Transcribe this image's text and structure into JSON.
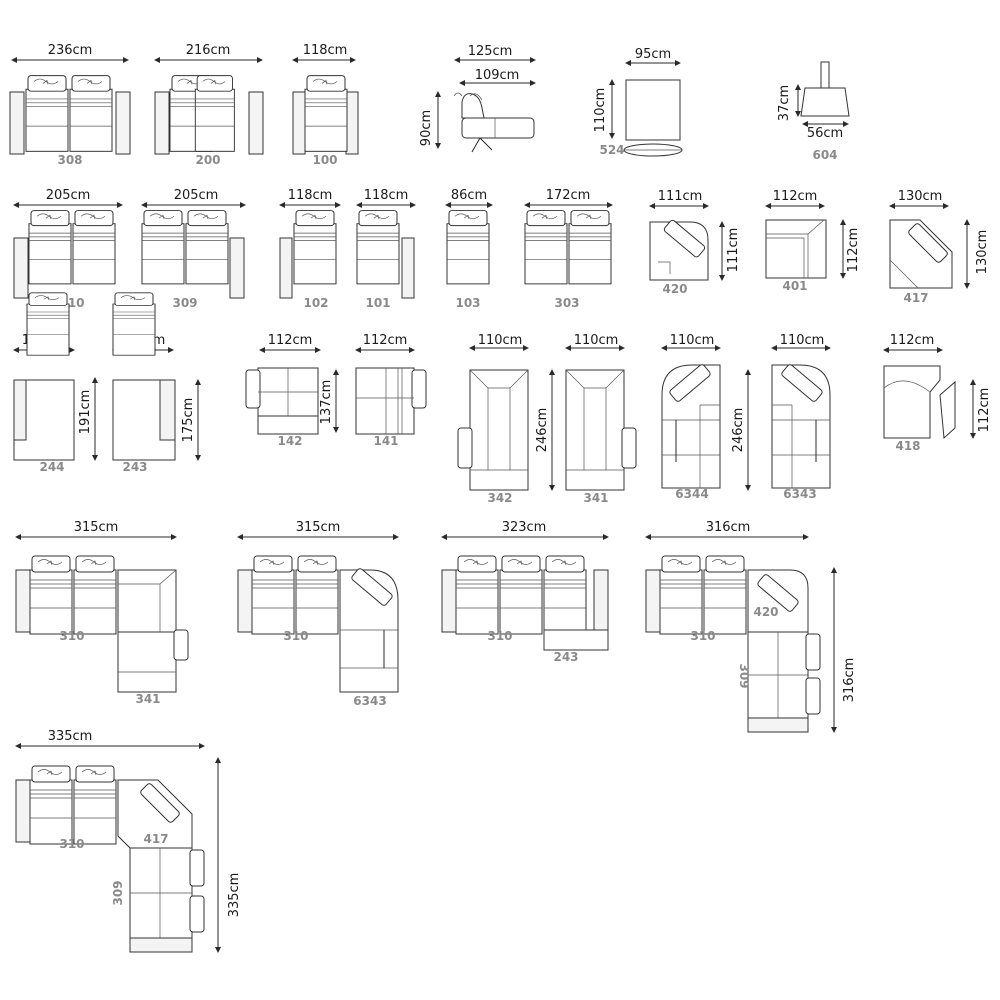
{
  "modules": {
    "m308": {
      "dim": "236cm",
      "code": "308"
    },
    "m200": {
      "dim": "216cm",
      "code": "200"
    },
    "m100": {
      "dim": "118cm",
      "code": "100"
    },
    "m524": {
      "dim_w": "125cm",
      "dim_w2": "109cm",
      "dim_h": "90cm",
      "code": "524"
    },
    "m524top": {
      "dim_w": "95cm",
      "dim_h": "110cm"
    },
    "m604": {
      "dim_w": "56cm",
      "dim_h": "37cm",
      "code": "604"
    },
    "m310": {
      "dim": "205cm",
      "code": "310"
    },
    "m309": {
      "dim": "205cm",
      "code": "309"
    },
    "m102": {
      "dim": "118cm",
      "code": "102"
    },
    "m101": {
      "dim": "118cm",
      "code": "101"
    },
    "m103": {
      "dim": "86cm",
      "code": "103"
    },
    "m303": {
      "dim": "172cm",
      "code": "303"
    },
    "m420": {
      "dim_w": "111cm",
      "dim_h": "111cm",
      "code": "420"
    },
    "m401": {
      "dim_w": "112cm",
      "dim_h": "112cm",
      "code": "401"
    },
    "m417": {
      "dim_w": "130cm",
      "dim_h": "130cm",
      "code": "417"
    },
    "m244": {
      "dim_w": "118cm",
      "dim_h": "191cm",
      "code": "244"
    },
    "m243": {
      "dim_w": "118cm",
      "dim_h": "175cm",
      "code": "243"
    },
    "m142": {
      "dim_w": "112cm",
      "dim_h": "137cm",
      "code": "142"
    },
    "m141": {
      "dim_w": "112cm",
      "code": "141"
    },
    "m342": {
      "dim_w": "110cm",
      "dim_h": "246cm",
      "code": "342"
    },
    "m341": {
      "dim_w": "110cm",
      "code": "341"
    },
    "m6344": {
      "dim_w": "110cm",
      "dim_h": "246cm",
      "code": "6344"
    },
    "m6343": {
      "dim_w": "110cm",
      "code": "6343"
    },
    "m418": {
      "dim_w": "112cm",
      "dim_h": "112cm",
      "code": "418"
    }
  },
  "combos": {
    "c1": {
      "dim": "315cm",
      "code_a": "310",
      "code_b": "341"
    },
    "c2": {
      "dim": "315cm",
      "code_a": "310",
      "code_b": "6343"
    },
    "c3": {
      "dim": "323cm",
      "code_a": "310",
      "code_b": "243"
    },
    "c4": {
      "dim_w": "316cm",
      "dim_h": "316cm",
      "code_a": "310",
      "code_b": "420",
      "code_c": "309"
    },
    "c5": {
      "dim_w": "335cm",
      "dim_h": "335cm",
      "code_a": "310",
      "code_b": "417",
      "code_c": "309"
    }
  }
}
